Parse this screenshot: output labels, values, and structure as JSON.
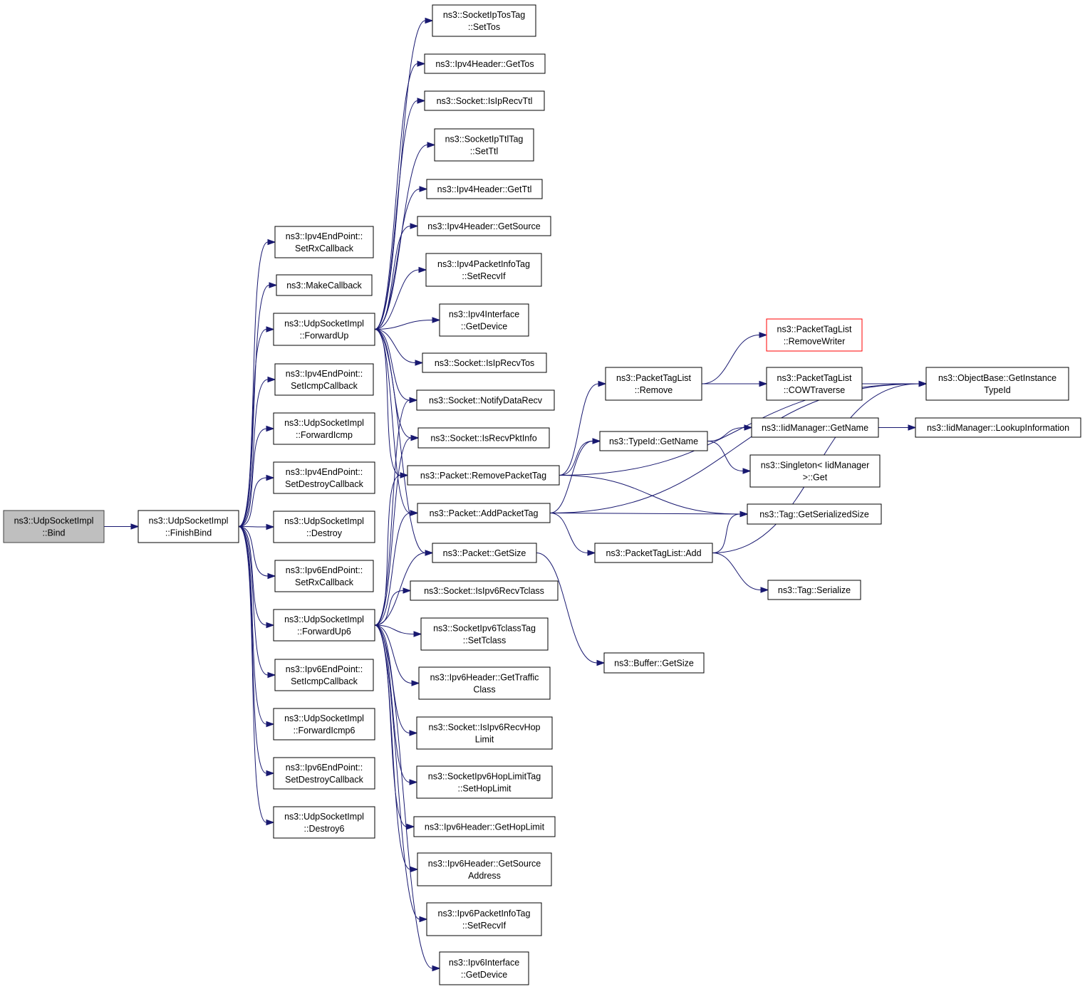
{
  "colors": {
    "edge": "#191970",
    "root_fill": "#bfbfbf",
    "missing_border": "#ff0000"
  },
  "nodes": [
    {
      "id": "bind",
      "lines": [
        "ns3::UdpSocketImpl",
        "::Bind"
      ],
      "style": "root"
    },
    {
      "id": "finishbind",
      "lines": [
        "ns3::UdpSocketImpl",
        "::FinishBind"
      ]
    },
    {
      "id": "ep4_setrx",
      "lines": [
        "ns3::Ipv4EndPoint::",
        "SetRxCallback"
      ]
    },
    {
      "id": "makecb",
      "lines": [
        "ns3::MakeCallback"
      ]
    },
    {
      "id": "fwdup",
      "lines": [
        "ns3::UdpSocketImpl",
        "::ForwardUp"
      ]
    },
    {
      "id": "ep4_seticmp",
      "lines": [
        "ns3::Ipv4EndPoint::",
        "SetIcmpCallback"
      ]
    },
    {
      "id": "fwdicmp",
      "lines": [
        "ns3::UdpSocketImpl",
        "::ForwardIcmp"
      ]
    },
    {
      "id": "ep4_setdestroy",
      "lines": [
        "ns3::Ipv4EndPoint::",
        "SetDestroyCallback"
      ]
    },
    {
      "id": "destroy",
      "lines": [
        "ns3::UdpSocketImpl",
        "::Destroy"
      ]
    },
    {
      "id": "ep6_setrx",
      "lines": [
        "ns3::Ipv6EndPoint::",
        "SetRxCallback"
      ]
    },
    {
      "id": "fwdup6",
      "lines": [
        "ns3::UdpSocketImpl",
        "::ForwardUp6"
      ]
    },
    {
      "id": "ep6_seticmp",
      "lines": [
        "ns3::Ipv6EndPoint::",
        "SetIcmpCallback"
      ]
    },
    {
      "id": "fwdicmp6",
      "lines": [
        "ns3::UdpSocketImpl",
        "::ForwardIcmp6"
      ]
    },
    {
      "id": "ep6_setdestroy",
      "lines": [
        "ns3::Ipv6EndPoint::",
        "SetDestroyCallback"
      ]
    },
    {
      "id": "destroy6",
      "lines": [
        "ns3::UdpSocketImpl",
        "::Destroy6"
      ]
    },
    {
      "id": "settos",
      "lines": [
        "ns3::SocketIpTosTag",
        "::SetTos"
      ]
    },
    {
      "id": "gettos",
      "lines": [
        "ns3::Ipv4Header::GetTos"
      ]
    },
    {
      "id": "isiprecvttl",
      "lines": [
        "ns3::Socket::IsIpRecvTtl"
      ]
    },
    {
      "id": "setttl",
      "lines": [
        "ns3::SocketIpTtlTag",
        "::SetTtl"
      ]
    },
    {
      "id": "getttl",
      "lines": [
        "ns3::Ipv4Header::GetTtl"
      ]
    },
    {
      "id": "getsource",
      "lines": [
        "ns3::Ipv4Header::GetSource"
      ]
    },
    {
      "id": "pi4_setrecvif",
      "lines": [
        "ns3::Ipv4PacketInfoTag",
        "::SetRecvIf"
      ]
    },
    {
      "id": "if4_getdevice",
      "lines": [
        "ns3::Ipv4Interface",
        "::GetDevice"
      ]
    },
    {
      "id": "isiprecvtos",
      "lines": [
        "ns3::Socket::IsIpRecvTos"
      ]
    },
    {
      "id": "notifydatarecv",
      "lines": [
        "ns3::Socket::NotifyDataRecv"
      ]
    },
    {
      "id": "isrecvpktinfo",
      "lines": [
        "ns3::Socket::IsRecvPktInfo"
      ]
    },
    {
      "id": "removepackettag",
      "lines": [
        "ns3::Packet::RemovePacketTag"
      ]
    },
    {
      "id": "addpackettag",
      "lines": [
        "ns3::Packet::AddPacketTag"
      ]
    },
    {
      "id": "packet_getsize",
      "lines": [
        "ns3::Packet::GetSize"
      ]
    },
    {
      "id": "isipv6recvtclass",
      "lines": [
        "ns3::Socket::IsIpv6RecvTclass"
      ]
    },
    {
      "id": "settclass",
      "lines": [
        "ns3::SocketIpv6TclassTag",
        "::SetTclass"
      ]
    },
    {
      "id": "gettrafficclass",
      "lines": [
        "ns3::Ipv6Header::GetTraffic",
        "Class"
      ]
    },
    {
      "id": "isipv6recvhoplimit",
      "lines": [
        "ns3::Socket::IsIpv6RecvHop",
        "Limit"
      ]
    },
    {
      "id": "sethoplimit",
      "lines": [
        "ns3::SocketIpv6HopLimitTag",
        "::SetHopLimit"
      ]
    },
    {
      "id": "gethoplimit",
      "lines": [
        "ns3::Ipv6Header::GetHopLimit"
      ]
    },
    {
      "id": "getsourceaddress",
      "lines": [
        "ns3::Ipv6Header::GetSource",
        "Address"
      ]
    },
    {
      "id": "pi6_setrecvif",
      "lines": [
        "ns3::Ipv6PacketInfoTag",
        "::SetRecvIf"
      ]
    },
    {
      "id": "if6_getdevice",
      "lines": [
        "ns3::Ipv6Interface",
        "::GetDevice"
      ]
    },
    {
      "id": "ptl_remove",
      "lines": [
        "ns3::PacketTagList",
        "::Remove"
      ]
    },
    {
      "id": "typeid_getname",
      "lines": [
        "ns3::TypeId::GetName"
      ]
    },
    {
      "id": "ptl_add",
      "lines": [
        "ns3::PacketTagList::Add"
      ]
    },
    {
      "id": "buffer_getsize",
      "lines": [
        "ns3::Buffer::GetSize"
      ]
    },
    {
      "id": "removewriter",
      "lines": [
        "ns3::PacketTagList",
        "::RemoveWriter"
      ],
      "style": "missing"
    },
    {
      "id": "cowtraverse",
      "lines": [
        "ns3::PacketTagList",
        "::COWTraverse"
      ]
    },
    {
      "id": "iidmgr_getname",
      "lines": [
        "ns3::IidManager::GetName"
      ]
    },
    {
      "id": "singleton_get",
      "lines": [
        "ns3::Singleton< IidManager",
        ">::Get"
      ]
    },
    {
      "id": "tag_getserializedsize",
      "lines": [
        "ns3::Tag::GetSerializedSize"
      ]
    },
    {
      "id": "tag_serialize",
      "lines": [
        "ns3::Tag::Serialize"
      ]
    },
    {
      "id": "getinstancetypeid",
      "lines": [
        "ns3::ObjectBase::GetInstance",
        "TypeId"
      ]
    },
    {
      "id": "lookupinformation",
      "lines": [
        "ns3::IidManager::LookupInformation"
      ]
    }
  ],
  "edges": [
    [
      "bind",
      "finishbind"
    ],
    [
      "finishbind",
      "ep4_setrx"
    ],
    [
      "finishbind",
      "makecb"
    ],
    [
      "finishbind",
      "fwdup"
    ],
    [
      "finishbind",
      "ep4_seticmp"
    ],
    [
      "finishbind",
      "fwdicmp"
    ],
    [
      "finishbind",
      "ep4_setdestroy"
    ],
    [
      "finishbind",
      "destroy"
    ],
    [
      "finishbind",
      "ep6_setrx"
    ],
    [
      "finishbind",
      "fwdup6"
    ],
    [
      "finishbind",
      "ep6_seticmp"
    ],
    [
      "finishbind",
      "fwdicmp6"
    ],
    [
      "finishbind",
      "ep6_setdestroy"
    ],
    [
      "finishbind",
      "destroy6"
    ],
    [
      "fwdup",
      "settos"
    ],
    [
      "fwdup",
      "gettos"
    ],
    [
      "fwdup",
      "isiprecvttl"
    ],
    [
      "fwdup",
      "setttl"
    ],
    [
      "fwdup",
      "getttl"
    ],
    [
      "fwdup",
      "getsource"
    ],
    [
      "fwdup",
      "pi4_setrecvif"
    ],
    [
      "fwdup",
      "if4_getdevice"
    ],
    [
      "fwdup",
      "isiprecvtos"
    ],
    [
      "fwdup",
      "notifydatarecv"
    ],
    [
      "fwdup",
      "isrecvpktinfo"
    ],
    [
      "fwdup",
      "removepackettag"
    ],
    [
      "fwdup",
      "addpackettag"
    ],
    [
      "fwdup",
      "packet_getsize"
    ],
    [
      "fwdup6",
      "notifydatarecv"
    ],
    [
      "fwdup6",
      "isrecvpktinfo"
    ],
    [
      "fwdup6",
      "removepackettag"
    ],
    [
      "fwdup6",
      "addpackettag"
    ],
    [
      "fwdup6",
      "packet_getsize"
    ],
    [
      "fwdup6",
      "isipv6recvtclass"
    ],
    [
      "fwdup6",
      "settclass"
    ],
    [
      "fwdup6",
      "gettrafficclass"
    ],
    [
      "fwdup6",
      "isipv6recvhoplimit"
    ],
    [
      "fwdup6",
      "sethoplimit"
    ],
    [
      "fwdup6",
      "gethoplimit"
    ],
    [
      "fwdup6",
      "getsourceaddress"
    ],
    [
      "fwdup6",
      "pi6_setrecvif"
    ],
    [
      "fwdup6",
      "if6_getdevice"
    ],
    [
      "removepackettag",
      "ptl_remove"
    ],
    [
      "removepackettag",
      "typeid_getname"
    ],
    [
      "removepackettag",
      "tag_getserializedsize"
    ],
    [
      "removepackettag",
      "getinstancetypeid"
    ],
    [
      "addpackettag",
      "typeid_getname"
    ],
    [
      "addpackettag",
      "ptl_add"
    ],
    [
      "addpackettag",
      "tag_getserializedsize"
    ],
    [
      "addpackettag",
      "getinstancetypeid"
    ],
    [
      "packet_getsize",
      "buffer_getsize"
    ],
    [
      "ptl_remove",
      "removewriter"
    ],
    [
      "ptl_remove",
      "cowtraverse"
    ],
    [
      "cowtraverse",
      "getinstancetypeid"
    ],
    [
      "typeid_getname",
      "iidmgr_getname"
    ],
    [
      "typeid_getname",
      "singleton_get"
    ],
    [
      "iidmgr_getname",
      "lookupinformation"
    ],
    [
      "ptl_add",
      "tag_getserializedsize"
    ],
    [
      "ptl_add",
      "tag_serialize"
    ],
    [
      "ptl_add",
      "getinstancetypeid"
    ]
  ]
}
